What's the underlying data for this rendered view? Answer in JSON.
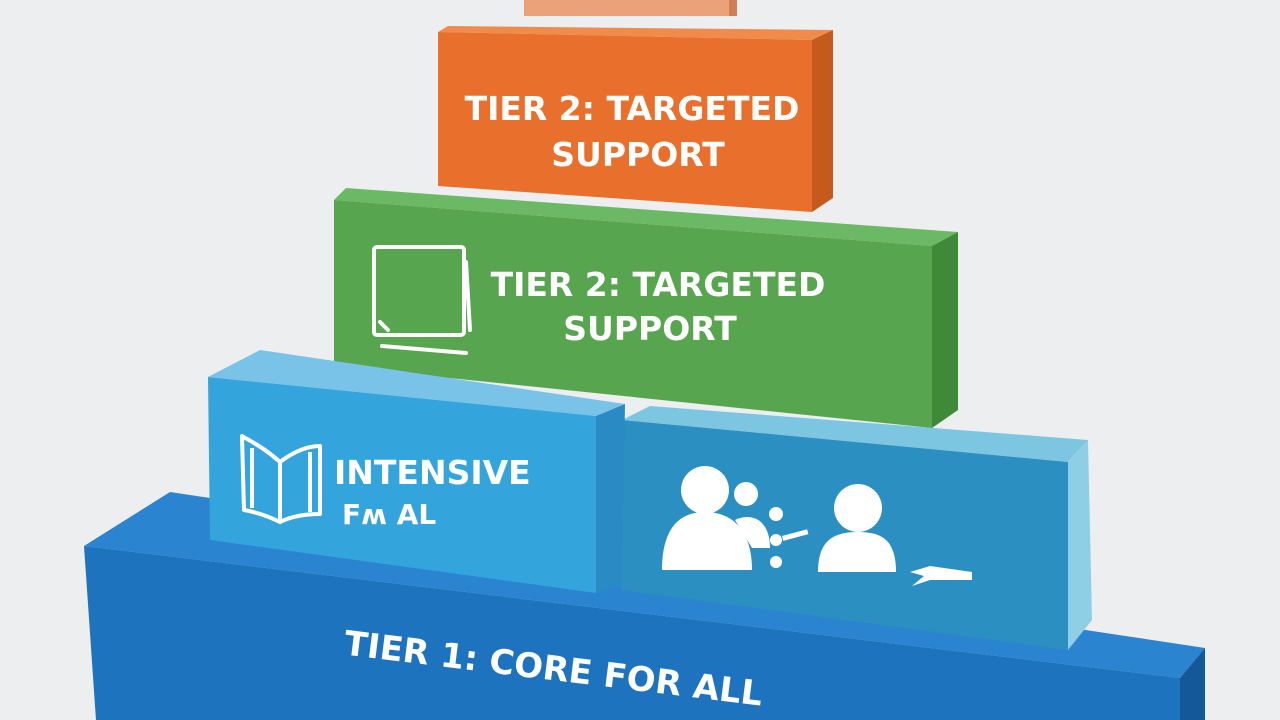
{
  "diagram": {
    "top_block": {
      "line1": "TIER 2: TARGETED",
      "line2": "SUPPORT"
    },
    "middle_block": {
      "line1": "TIER 2: TARGETED",
      "line2": "SUPPORT",
      "icon": "whiteboard-icon"
    },
    "left_block": {
      "line1": "INTENSIVE",
      "line2": "Fʍ  AL",
      "icon": "open-book-icon"
    },
    "right_block": {
      "icon": "people-group-icon",
      "accent_icon": "airplane-icon"
    },
    "base_block": {
      "label": "TIER 1: CORE FOR ALL"
    }
  },
  "colors": {
    "background": "#eceef0",
    "peach": "#eba27a",
    "orange": "#e8702c",
    "green": "#58a54f",
    "light_blue": "#34a5dc",
    "teal_blue": "#2c8fc2",
    "base_blue": "#1e73bf",
    "text": "#ffffff"
  }
}
